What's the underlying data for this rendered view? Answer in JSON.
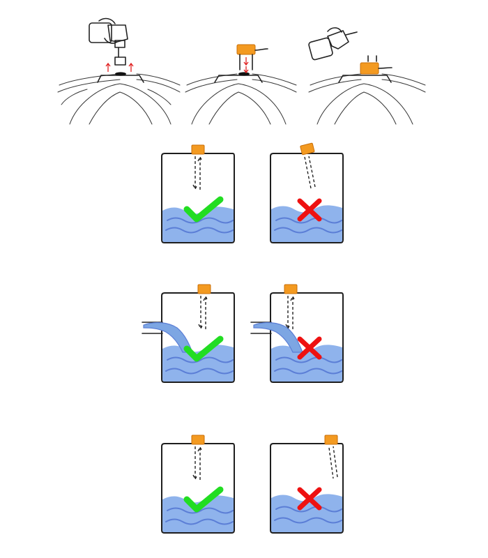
{
  "figure": {
    "colors": {
      "water": "#8fb3ec",
      "wave": "#5b7ed6",
      "sensor": "#f39a21",
      "correct_mark": "#22dd22",
      "incorrect_mark": "#ee1111",
      "outline": "#1e1e1e"
    },
    "installation_steps": [
      {
        "icon": "drill-hole-icon"
      },
      {
        "icon": "insert-sensor-icon"
      },
      {
        "icon": "screw-sensor-icon"
      }
    ],
    "rows": [
      {
        "condition": "sensor-mounted-straight-vs-tilted",
        "correct": "check-icon",
        "incorrect": "cross-icon"
      },
      {
        "condition": "sensor-away-from-inlet-vs-above-inlet",
        "correct": "check-icon",
        "incorrect": "cross-icon"
      },
      {
        "condition": "sensor-away-from-wall-vs-near-wall",
        "correct": "check-icon",
        "incorrect": "cross-icon"
      }
    ]
  }
}
